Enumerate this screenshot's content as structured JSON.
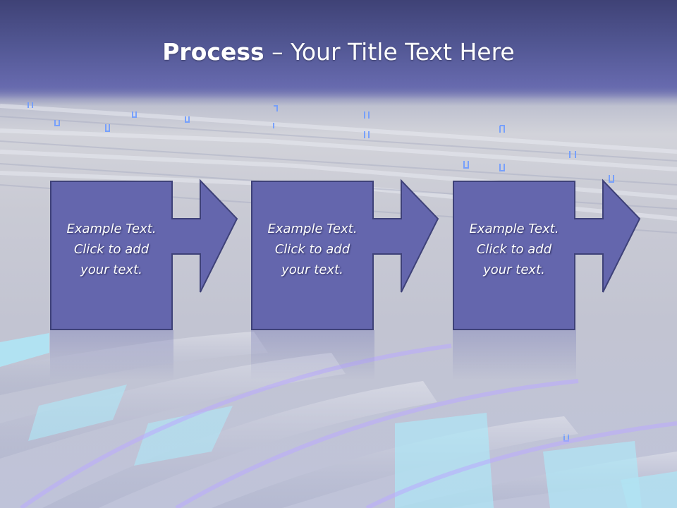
{
  "slide": {
    "title_bold": "Process",
    "title_rest": " – Your Title Text Here"
  },
  "steps": [
    {
      "line1": "Example Text.",
      "line2": "Click  to add",
      "line3": "your text."
    },
    {
      "line1": "Example Text.",
      "line2": "Click  to add",
      "line3": "your text."
    },
    {
      "line1": "Example Text.",
      "line2": "Click  to add",
      "line3": "your text."
    }
  ],
  "colors": {
    "box_fill": "#6466ad",
    "box_border": "#3e4178",
    "title_text": "#ffffff",
    "glow_blue": "#7fb3ff",
    "light_stripe": "#aee8f8"
  }
}
